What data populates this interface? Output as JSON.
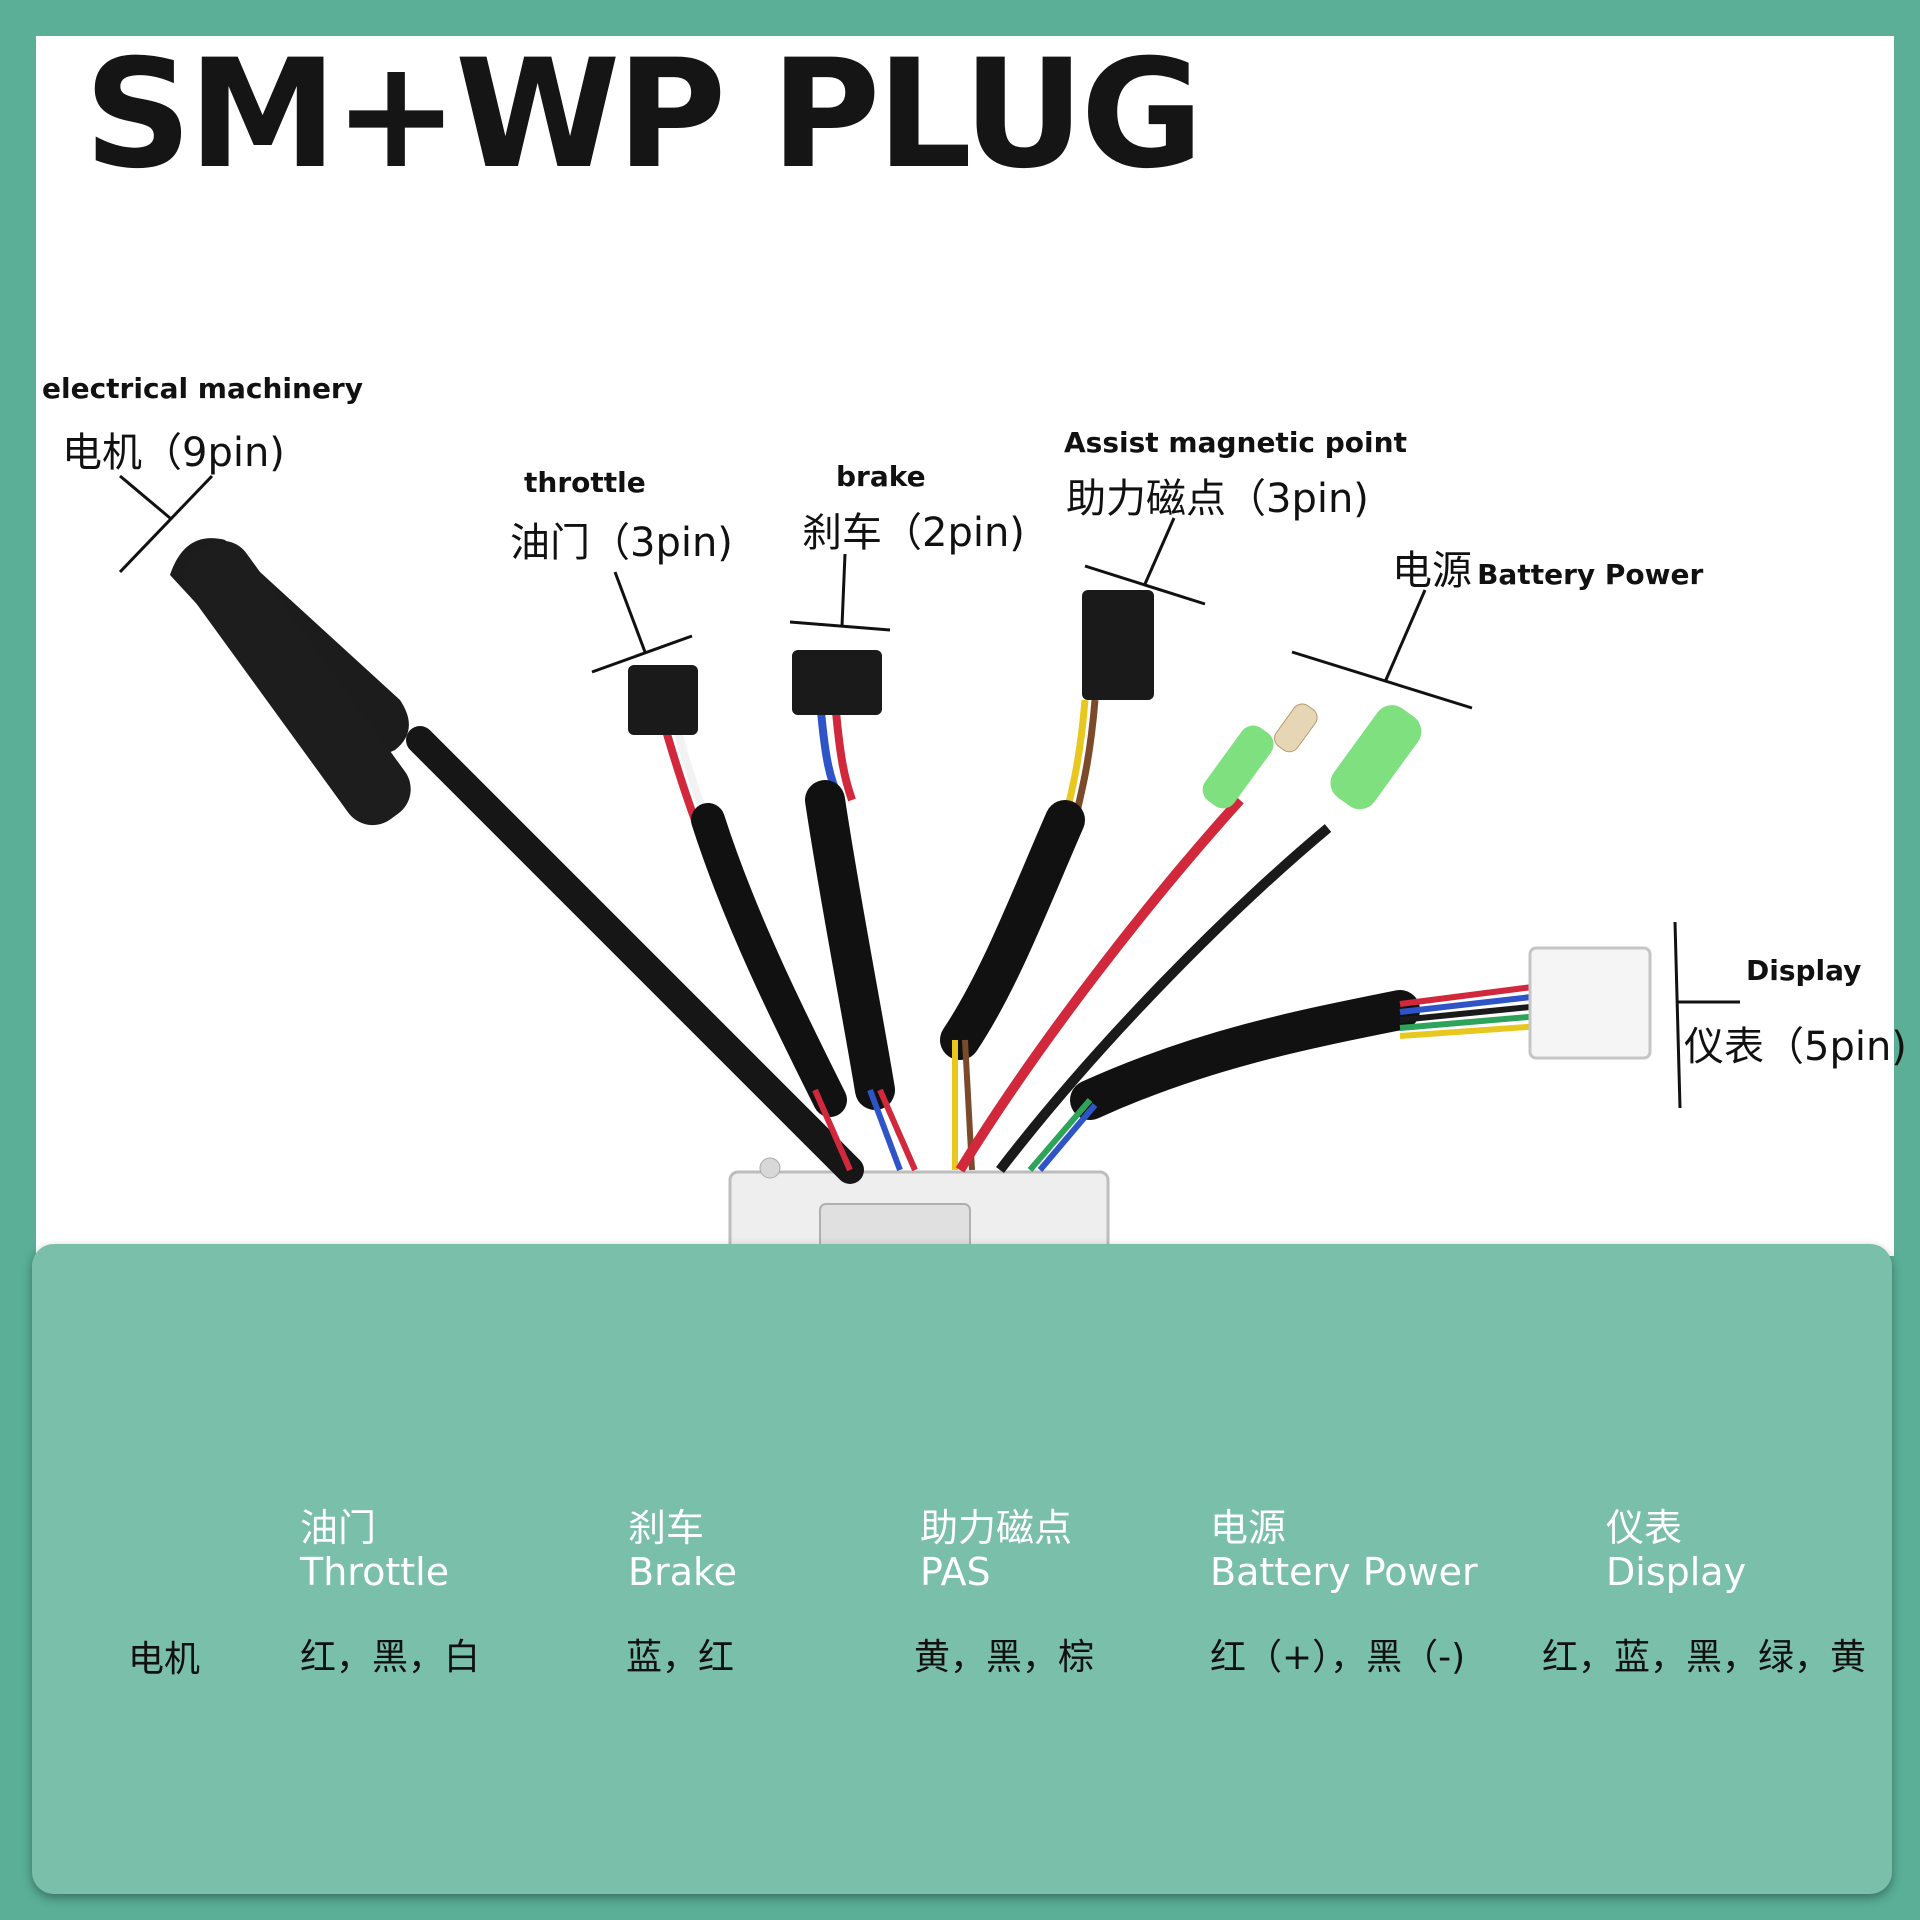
{
  "title": "SM+WP PLUG",
  "connectors": {
    "motor": {
      "en": "electrical machinery",
      "cn": "电机（9pin)"
    },
    "throttle": {
      "en": "throttle",
      "cn": "油门（3pin)"
    },
    "brake": {
      "en": "brake",
      "cn": "刹车（2pin)"
    },
    "pas": {
      "en": "Assist magnetic point",
      "cn": "助力磁点（3pin)"
    },
    "battery": {
      "cn": "电源",
      "en": "Battery Power"
    },
    "display": {
      "en": "Display",
      "cn": "仪表（5pin)"
    }
  },
  "legend": {
    "motor": {
      "cn": "电机"
    },
    "columns": [
      {
        "cn": "油门",
        "en": "Throttle",
        "colors": "红，黑，白"
      },
      {
        "cn": "刹车",
        "en": "Brake",
        "colors": "蓝，红"
      },
      {
        "cn": "助力磁点",
        "en": "PAS",
        "colors": "黄，黑，棕"
      },
      {
        "cn": "电源",
        "en": "Battery Power",
        "colors": "红（+），黑（-)"
      },
      {
        "cn": "仪表",
        "en": "Display",
        "colors": "红，蓝，黑，绿，黄"
      }
    ]
  },
  "palette": {
    "background": "#5aaf96",
    "legend_panel": "#7abfa9",
    "wire_red": "#d2283c",
    "wire_black": "#1a1a1a",
    "wire_blue": "#2e54c8",
    "wire_yellow": "#e8c81e",
    "wire_green": "#2ea35a",
    "wire_brown": "#7a4a2a",
    "terminal_green": "#7fe07f"
  }
}
